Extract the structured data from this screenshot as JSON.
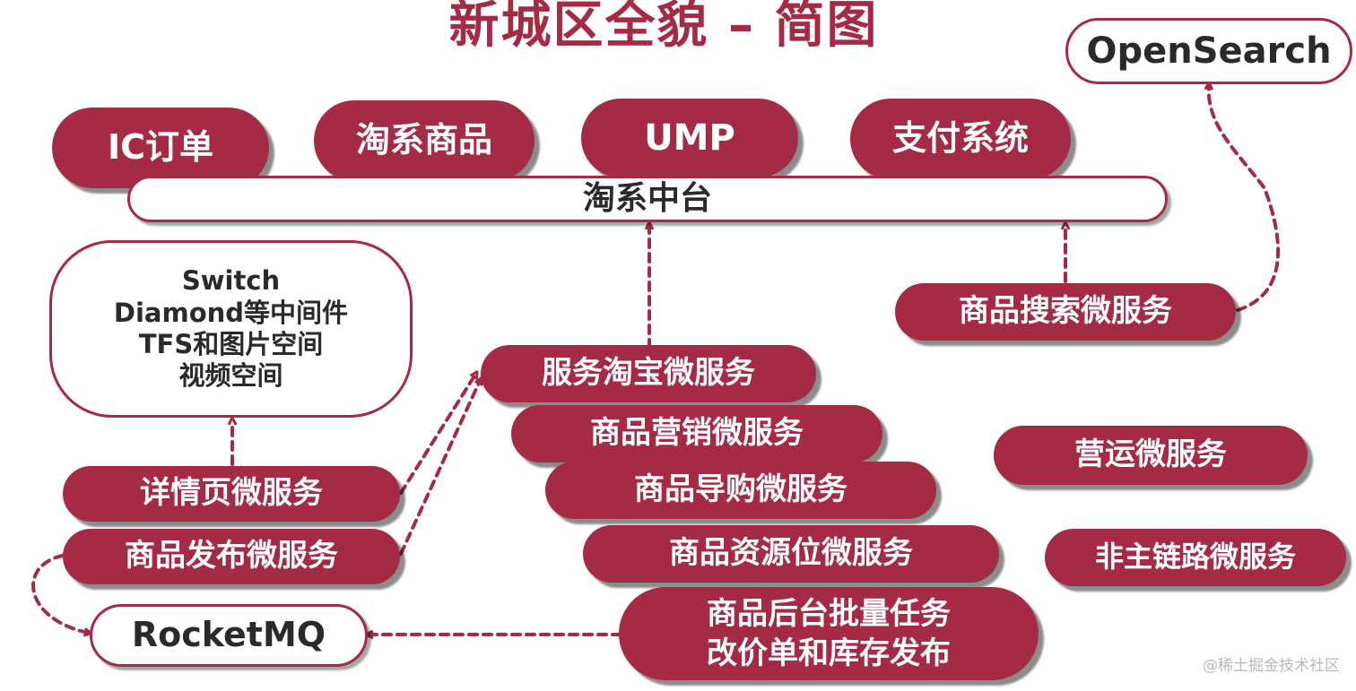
{
  "title": "新城区全貌 – 简图",
  "nodes": {
    "opensearch": "OpenSearch",
    "ic_order": "IC订单",
    "tao_goods": "淘系商品",
    "ump": "UMP",
    "payment": "支付系统",
    "middle_platform": "淘系中台",
    "middleware": [
      "Switch",
      "Diamond等中间件",
      "TFS和图片空间",
      "视频空间"
    ],
    "goods_search": "商品搜索微服务",
    "service_taobao": "服务淘宝微服务",
    "goods_marketing": "商品营销微服务",
    "goods_guide": "商品导购微服务",
    "goods_resource": "商品资源位微服务",
    "batch_tasks": [
      "商品后台批量任务",
      "改价单和库存发布"
    ],
    "detail_page": "详情页微服务",
    "goods_publish": "商品发布微服务",
    "rocketmq": "RocketMQ",
    "operation": "营运微服务",
    "non_main_link": "非主链路微服务"
  },
  "watermark": "@稀土掘金技术社区",
  "colors": {
    "accent": "#a52a44",
    "text_dark": "#2a2a2a"
  }
}
